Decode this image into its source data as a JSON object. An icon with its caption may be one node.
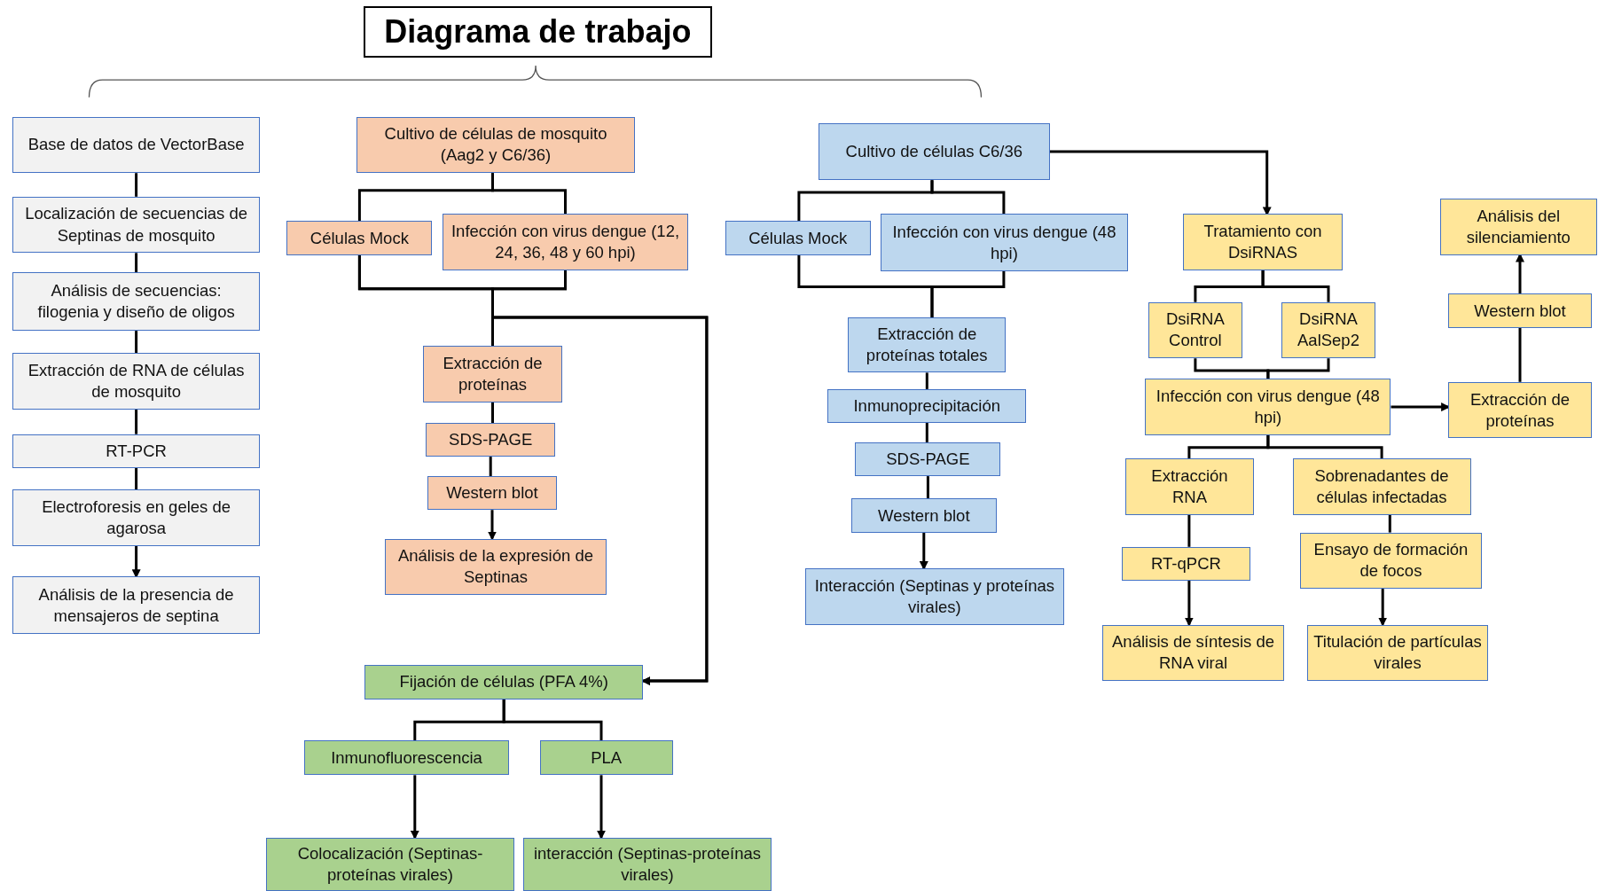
{
  "diagram": {
    "title": "Diagrama de trabajo",
    "nodes": [
      {
        "text": [
          "Base de datos de VectorBase"
        ]
      },
      {
        "text": [
          "Localización de secuencias de Septinas de mosquito"
        ]
      },
      {
        "text": [
          "Análisis de secuencias: filogenia y diseño de oligos"
        ]
      },
      {
        "text": [
          "Extracción de RNA de células de mosquito"
        ]
      },
      {
        "text": [
          "RT-PCR"
        ]
      },
      {
        "text": [
          "Electroforesis en geles de agarosa"
        ]
      },
      {
        "text": [
          "Análisis de la presencia de mensajeros de septina"
        ]
      },
      {
        "text": [
          "Cultivo de células de mosquito (Aag2 y C6/36)"
        ]
      },
      {
        "text": [
          "Células Mock"
        ]
      },
      {
        "text": [
          "Infección con virus dengue (12, 24, 36, 48 y 60 hpi)"
        ]
      },
      {
        "text": [
          "Extracción de proteínas"
        ]
      },
      {
        "text": [
          "SDS-PAGE"
        ]
      },
      {
        "text": [
          "Western blot"
        ]
      },
      {
        "text": [
          "Análisis de la expresión de Septinas"
        ]
      },
      {
        "text": [
          "Fijación  de células (PFA 4%)"
        ]
      },
      {
        "text": [
          "Inmunofluorescencia"
        ]
      },
      {
        "text": [
          "PLA"
        ]
      },
      {
        "text": [
          "Colocalización (Septinas-proteínas virales)"
        ]
      },
      {
        "text": [
          "interacción (Septinas-proteínas virales)"
        ]
      },
      {
        "text": [
          "Cultivo de células C6/36"
        ]
      },
      {
        "text": [
          "Células Mock"
        ]
      },
      {
        "text": [
          "Infección con virus dengue (48 hpi)"
        ]
      },
      {
        "text": [
          "Extracción de proteínas totales"
        ]
      },
      {
        "text": [
          "Inmunoprecipitación"
        ]
      },
      {
        "text": [
          "SDS-PAGE"
        ]
      },
      {
        "text": [
          "Western blot"
        ]
      },
      {
        "text": [
          "Interacción (Septinas y proteínas virales)"
        ]
      },
      {
        "text": [
          "Tratamiento con DsiRNAS"
        ]
      },
      {
        "text": [
          "DsiRNA Control"
        ]
      },
      {
        "text": [
          "DsiRNA AalSep2"
        ]
      },
      {
        "text": [
          "Infección con virus dengue (48 hpi)"
        ]
      },
      {
        "text": [
          "Extracción RNA"
        ]
      },
      {
        "text": [
          "Sobrenadantes de células infectadas"
        ]
      },
      {
        "text": [
          "RT-qPCR"
        ]
      },
      {
        "text": [
          "Ensayo de formación de focos"
        ]
      },
      {
        "text": [
          "Análisis de síntesis de RNA viral"
        ]
      },
      {
        "text": [
          "Titulación de partículas virales"
        ]
      },
      {
        "text": [
          "Extracción de proteínas"
        ]
      },
      {
        "text": [
          "Western blot"
        ]
      },
      {
        "text": [
          "Análisis del silenciamiento"
        ]
      }
    ],
    "edges": [
      {
        "from": 0,
        "to": 1,
        "arrow": "none"
      },
      {
        "from": 1,
        "to": 2,
        "arrow": "none"
      },
      {
        "from": 2,
        "to": 3,
        "arrow": "none"
      },
      {
        "from": 3,
        "to": 4,
        "arrow": "none"
      },
      {
        "from": 4,
        "to": 5,
        "arrow": "none"
      },
      {
        "from": 5,
        "to": 6,
        "arrow": "to"
      },
      {
        "from": 7,
        "to": 8,
        "arrow": "none"
      },
      {
        "from": 7,
        "to": 9,
        "arrow": "none"
      },
      {
        "from": 8,
        "to": 10,
        "arrow": "none"
      },
      {
        "from": 9,
        "to": 10,
        "arrow": "none"
      },
      {
        "from": 8,
        "to": 14,
        "arrow": "to"
      },
      {
        "from": 9,
        "to": 14,
        "arrow": "to"
      },
      {
        "from": 10,
        "to": 11,
        "arrow": "none"
      },
      {
        "from": 11,
        "to": 12,
        "arrow": "none"
      },
      {
        "from": 12,
        "to": 13,
        "arrow": "to"
      },
      {
        "from": 14,
        "to": 15,
        "arrow": "none"
      },
      {
        "from": 14,
        "to": 16,
        "arrow": "none"
      },
      {
        "from": 15,
        "to": 17,
        "arrow": "to"
      },
      {
        "from": 16,
        "to": 18,
        "arrow": "to"
      },
      {
        "from": 19,
        "to": 20,
        "arrow": "none"
      },
      {
        "from": 19,
        "to": 21,
        "arrow": "none"
      },
      {
        "from": 20,
        "to": 22,
        "arrow": "none"
      },
      {
        "from": 21,
        "to": 22,
        "arrow": "none"
      },
      {
        "from": 22,
        "to": 23,
        "arrow": "none"
      },
      {
        "from": 23,
        "to": 24,
        "arrow": "none"
      },
      {
        "from": 24,
        "to": 25,
        "arrow": "none"
      },
      {
        "from": 25,
        "to": 26,
        "arrow": "to"
      },
      {
        "from": 19,
        "to": 27,
        "arrow": "to"
      },
      {
        "from": 27,
        "to": 28,
        "arrow": "none"
      },
      {
        "from": 27,
        "to": 29,
        "arrow": "none"
      },
      {
        "from": 28,
        "to": 30,
        "arrow": "none"
      },
      {
        "from": 29,
        "to": 30,
        "arrow": "none"
      },
      {
        "from": 30,
        "to": 37,
        "arrow": "to"
      },
      {
        "from": 37,
        "to": 38,
        "arrow": "none"
      },
      {
        "from": 38,
        "to": 39,
        "arrow": "to"
      },
      {
        "from": 30,
        "to": 31,
        "arrow": "none"
      },
      {
        "from": 30,
        "to": 32,
        "arrow": "none"
      },
      {
        "from": 31,
        "to": 33,
        "arrow": "none"
      },
      {
        "from": 33,
        "to": 35,
        "arrow": "to"
      },
      {
        "from": 32,
        "to": 34,
        "arrow": "none"
      },
      {
        "from": 34,
        "to": 36,
        "arrow": "to"
      }
    ]
  }
}
